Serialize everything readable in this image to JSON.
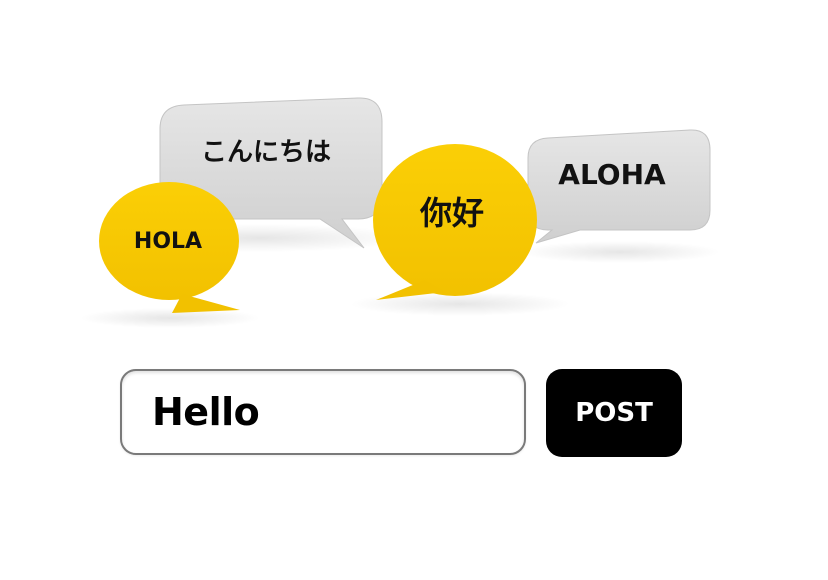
{
  "bubbles": [
    {
      "text": "こんにちは",
      "color": "#dcdcdc"
    },
    {
      "text": "HOLA",
      "color": "#f7c800"
    },
    {
      "text": "你好",
      "color": "#f7c800"
    },
    {
      "text": "ALOHA",
      "color": "#dcdcdc"
    }
  ],
  "composer": {
    "input_value": "Hello",
    "post_label": "POST"
  },
  "colors": {
    "yellow": "#f7c800",
    "gray": "#dcdcdc",
    "button": "#000000"
  }
}
